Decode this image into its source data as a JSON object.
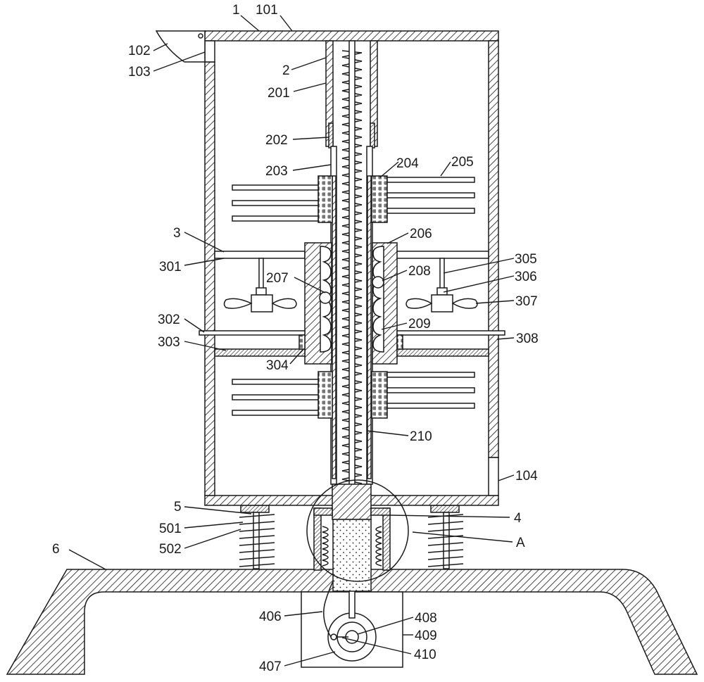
{
  "figure": {
    "labels": [
      {
        "id": "l1",
        "text": "1"
      },
      {
        "id": "l101",
        "text": "101"
      },
      {
        "id": "l102",
        "text": "102"
      },
      {
        "id": "l103",
        "text": "103"
      },
      {
        "id": "l2",
        "text": "2"
      },
      {
        "id": "l201",
        "text": "201"
      },
      {
        "id": "l202",
        "text": "202"
      },
      {
        "id": "l203",
        "text": "203"
      },
      {
        "id": "l204",
        "text": "204"
      },
      {
        "id": "l205",
        "text": "205"
      },
      {
        "id": "l3",
        "text": "3"
      },
      {
        "id": "l206",
        "text": "206"
      },
      {
        "id": "l301",
        "text": "301"
      },
      {
        "id": "l305",
        "text": "305"
      },
      {
        "id": "l306",
        "text": "306"
      },
      {
        "id": "l207",
        "text": "207"
      },
      {
        "id": "l208",
        "text": "208"
      },
      {
        "id": "l307",
        "text": "307"
      },
      {
        "id": "l302",
        "text": "302"
      },
      {
        "id": "l209",
        "text": "209"
      },
      {
        "id": "l303",
        "text": "303"
      },
      {
        "id": "l308",
        "text": "308"
      },
      {
        "id": "l304",
        "text": "304"
      },
      {
        "id": "l210",
        "text": "210"
      },
      {
        "id": "l104",
        "text": "104"
      },
      {
        "id": "l5",
        "text": "5"
      },
      {
        "id": "l4",
        "text": "4"
      },
      {
        "id": "l501",
        "text": "501"
      },
      {
        "id": "lA",
        "text": "A"
      },
      {
        "id": "l502",
        "text": "502"
      },
      {
        "id": "l6",
        "text": "6"
      },
      {
        "id": "l406",
        "text": "406"
      },
      {
        "id": "l408",
        "text": "408"
      },
      {
        "id": "l409",
        "text": "409"
      },
      {
        "id": "l410",
        "text": "410"
      },
      {
        "id": "l407",
        "text": "407"
      }
    ]
  }
}
